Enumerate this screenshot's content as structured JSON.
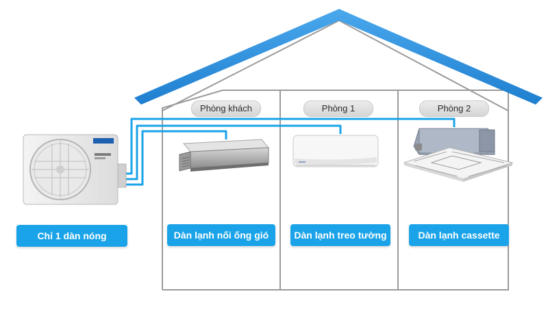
{
  "rooms": [
    {
      "name": "Phòng khách",
      "unit_label": "Dàn lạnh nối ống gió",
      "unit_icon": "ducted-indoor-unit-icon"
    },
    {
      "name": "Phòng 1",
      "unit_label": "Dàn lạnh treo tường",
      "unit_icon": "wall-mounted-indoor-unit-icon"
    },
    {
      "name": "Phòng 2",
      "unit_label": "Dàn lạnh cassette",
      "unit_icon": "cassette-indoor-unit-icon"
    }
  ],
  "outdoor": {
    "label": "Chỉ 1 dàn nóng",
    "icon": "outdoor-unit-icon"
  },
  "colors": {
    "roof": "#2a8ad6",
    "pipe": "#1aa3e8",
    "label_bg": "#1aa3e8",
    "wall": "#9a9a9a",
    "pill_bg": "#dcdcdc"
  }
}
